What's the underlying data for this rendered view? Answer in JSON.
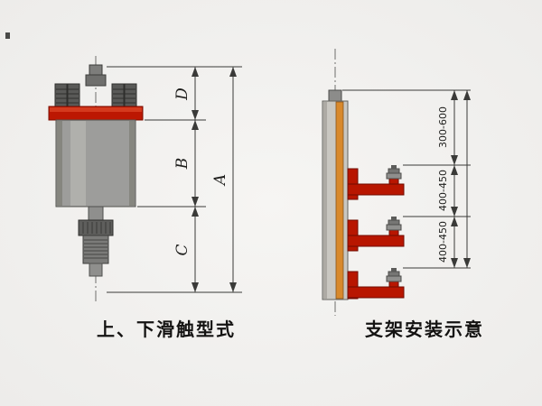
{
  "drawing": {
    "background": "#f2f1ee",
    "left": {
      "caption": "上、下滑触型式",
      "dim_overall": "A",
      "dim_top": "D",
      "dim_body": "B",
      "dim_bottom": "C"
    },
    "right": {
      "caption": "支架安装示意",
      "spacing_top": "300-600",
      "spacing_middle": "400-450",
      "spacing_bottom": "400-450"
    },
    "colors": {
      "accent_red": "#b81600",
      "machine_gray": "#9d9d9b",
      "pole_gray": "#c9c7c1",
      "pole_stripe": "#d8892c",
      "dimension_line": "#3a3a38"
    }
  }
}
